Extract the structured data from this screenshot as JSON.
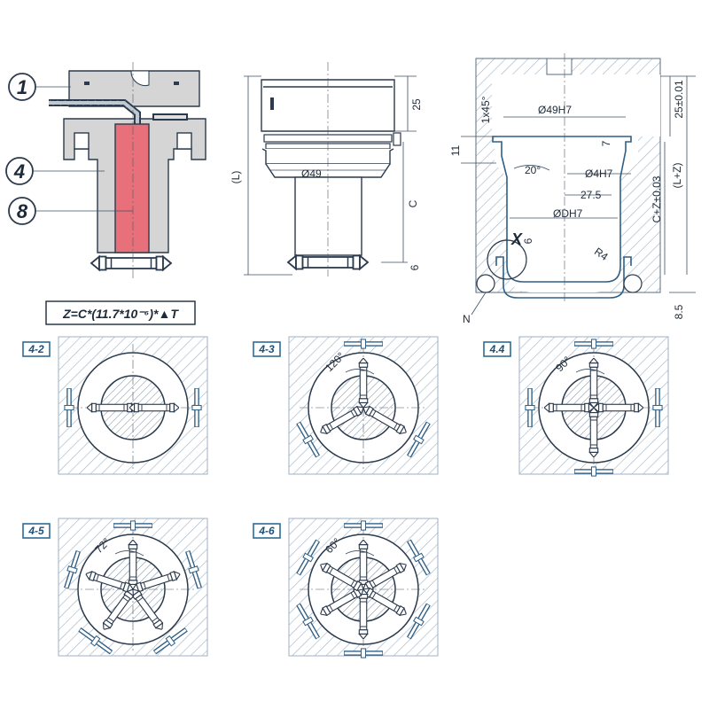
{
  "callouts": [
    "1",
    "4",
    "8"
  ],
  "formula": "Z=C*(11.7*10⁻⁶)*▲T",
  "side_view_dims": {
    "length": "(L)",
    "top_height": "25",
    "diameter": "Ø49",
    "c": "C",
    "bottom": "6"
  },
  "section_dims": {
    "chamfer": "1x45°",
    "bore": "Ø49H7",
    "depth_top": "25±0.01",
    "depth_11": "11",
    "depth_7": "7",
    "angle": "20°",
    "pin_bore": "Ø4H7",
    "offset": "27.5",
    "cz": "C+Z±0.03",
    "lz": "(L+Z)",
    "d_bore": "ØDH7",
    "detail": "X",
    "detail_6": "6",
    "radius": "R4",
    "n_label": "N",
    "bottom": "8.5"
  },
  "variants": [
    {
      "tag": "4-2",
      "count": 2,
      "angle": ""
    },
    {
      "tag": "4-3",
      "count": 3,
      "angle": "120°"
    },
    {
      "tag": "4.4",
      "count": 4,
      "angle": "90°"
    },
    {
      "tag": "4-5",
      "count": 5,
      "angle": "72°"
    },
    {
      "tag": "4-6",
      "count": 6,
      "angle": "60°"
    }
  ],
  "colors": {
    "insert": "#e8707a",
    "body": "#d5d5d5",
    "line": "#2b3a4c",
    "accent": "#2e5f86",
    "hatch": "#9fb2c4"
  }
}
